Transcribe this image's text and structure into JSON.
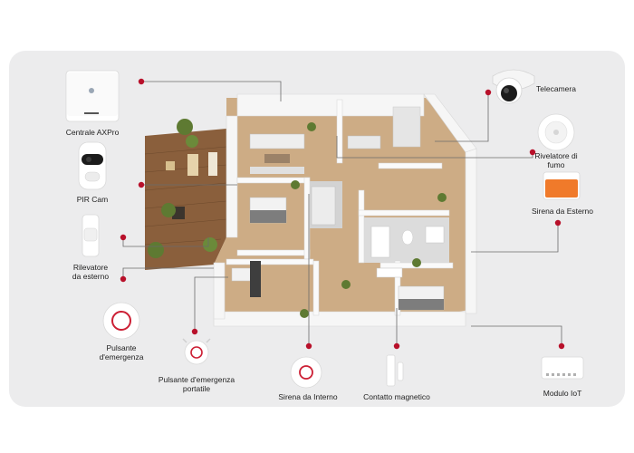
{
  "colors": {
    "panel": "#ececed",
    "accent": "#b8102a",
    "leader": "#6b6b6b",
    "floor": "#c9a882",
    "deck": "#8a5f3c",
    "wall": "#f6f6f6",
    "siren_orange": "#f07a2a"
  },
  "devices": {
    "centrale": {
      "label": "Centrale AXPro",
      "icon": "control-panel-icon"
    },
    "pir_cam": {
      "label": "PIR Cam",
      "icon": "pir-camera-icon"
    },
    "rilevatore_esterno": {
      "label": "Rilevatore da esterno",
      "icon": "outdoor-detector-icon"
    },
    "pulsante_emergenza": {
      "label": "Pulsante d'emergenza",
      "icon": "panic-button-icon"
    },
    "pulsante_portatile": {
      "label": "Pulsante d'emergenza portatile",
      "icon": "portable-panic-button-icon"
    },
    "sirena_interno": {
      "label": "Sirena da Interno",
      "icon": "indoor-siren-icon"
    },
    "contatto_magnetico": {
      "label": "Contatto magnetico",
      "icon": "magnetic-contact-icon"
    },
    "modulo_iot": {
      "label": "Modulo IoT",
      "icon": "iot-module-icon"
    },
    "telecamera": {
      "label": "Telecamera",
      "icon": "camera-icon"
    },
    "rilevatore_fumo": {
      "label": "Rivelatore di fumo",
      "icon": "smoke-detector-icon"
    },
    "sirena_esterno": {
      "label": "Sirena da Esterno",
      "icon": "outdoor-siren-icon"
    }
  }
}
